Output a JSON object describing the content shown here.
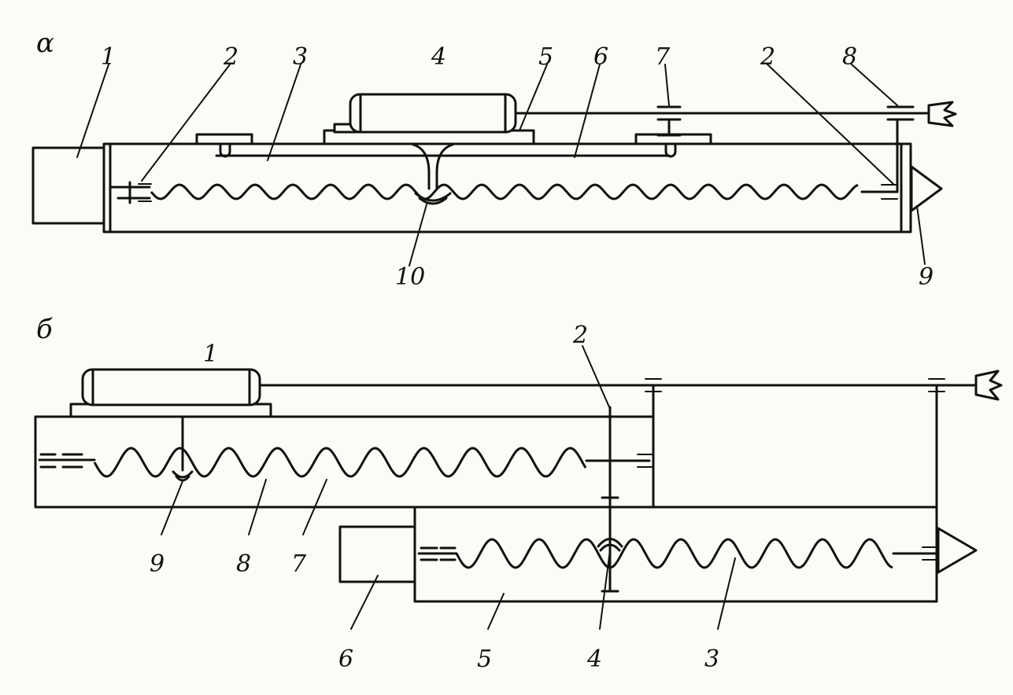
{
  "panel_a": {
    "panel_label": "α",
    "labels": [
      "1",
      "2",
      "3",
      "4",
      "5",
      "6",
      "7",
      "2",
      "8",
      "10",
      "9"
    ]
  },
  "panel_b": {
    "panel_label": "б",
    "labels": [
      "1",
      "2",
      "9",
      "8",
      "7",
      "6",
      "5",
      "4",
      "3"
    ]
  },
  "colors": {
    "ink": "#111111",
    "paper": "#fdfbf5"
  }
}
